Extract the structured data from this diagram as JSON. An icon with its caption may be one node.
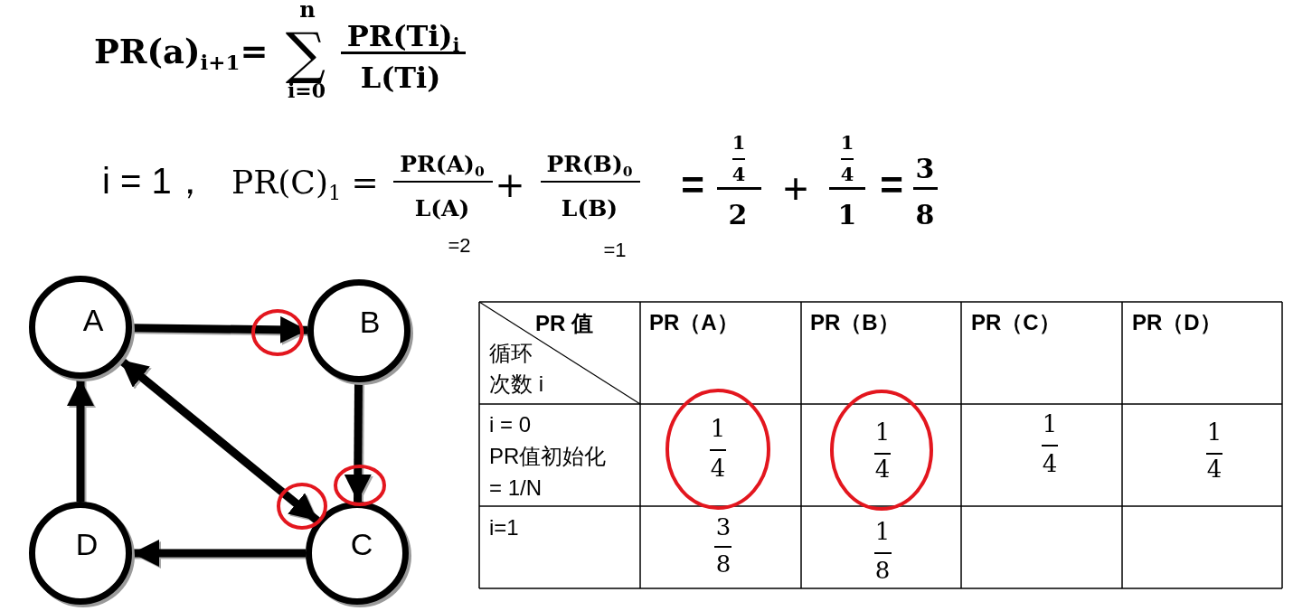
{
  "diagram": {
    "nodes": [
      {
        "text": [
          "A"
        ]
      },
      {
        "text": [
          "B"
        ]
      },
      {
        "text": [
          "C"
        ]
      },
      {
        "text": [
          "D"
        ]
      }
    ],
    "edges": [
      {
        "from": 0,
        "to": 1,
        "arrow": "to"
      },
      {
        "from": 1,
        "to": 2,
        "arrow": "to"
      },
      {
        "from": 0,
        "to": 2,
        "arrow": "both"
      },
      {
        "from": 2,
        "to": 3,
        "arrow": "to"
      },
      {
        "from": 3,
        "to": 0,
        "arrow": "to"
      }
    ],
    "labels": [
      "PR(a)$_{i+1}$=",
      "n",
      "∑",
      "i=0",
      "PR(Ti)$_{i}$",
      "L(Ti)",
      "i = 1，",
      "PR(C)$_{1}$ =",
      "PR(A)$_{0}$",
      "L(A)",
      "+",
      "PR(B)$_{0}$",
      "L(B)",
      "=",
      "1",
      "4",
      "2",
      "+",
      "1",
      "4",
      "1",
      "=",
      "3",
      "8",
      "=2",
      "=1",
      "PR 值",
      "循环次数 i",
      "PR（A）",
      "PR（B）",
      "PR（C）",
      "PR（D）",
      "i = 0 PR值初始化 = 1/N",
      "1",
      "4",
      "1",
      "4",
      "1",
      "4",
      "1",
      "4",
      "i=1",
      "3",
      "8",
      "1",
      "8"
    ]
  }
}
